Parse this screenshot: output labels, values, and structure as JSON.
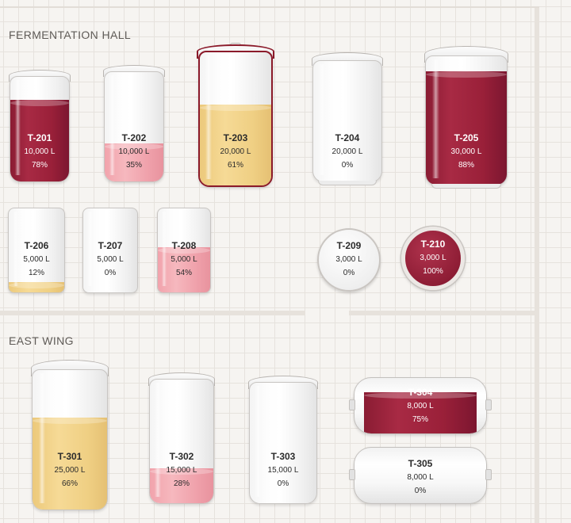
{
  "halls": [
    {
      "title": "FERMENTATION HALL"
    },
    {
      "title": "EAST WING"
    }
  ],
  "colors": {
    "red": "#9a2039",
    "pink": "#f4adb5",
    "gold": "#f2d28a",
    "selected_outline": "#8b1a2a"
  },
  "tanks": {
    "t201": {
      "id": "T-201",
      "capacity": "10,000 L",
      "fill": "78%",
      "level": 0.78,
      "liquid": "red"
    },
    "t202": {
      "id": "T-202",
      "capacity": "10,000 L",
      "fill": "35%",
      "level": 0.35,
      "liquid": "pink"
    },
    "t203": {
      "id": "T-203",
      "capacity": "20,000 L",
      "fill": "61%",
      "level": 0.61,
      "liquid": "gold",
      "selected": true
    },
    "t204": {
      "id": "T-204",
      "capacity": "20,000 L",
      "fill": "0%",
      "level": 0.0,
      "liquid": "none"
    },
    "t205": {
      "id": "T-205",
      "capacity": "30,000 L",
      "fill": "88%",
      "level": 0.88,
      "liquid": "red"
    },
    "t206": {
      "id": "T-206",
      "capacity": "5,000 L",
      "fill": "12%",
      "level": 0.12,
      "liquid": "gold"
    },
    "t207": {
      "id": "T-207",
      "capacity": "5,000 L",
      "fill": "0%",
      "level": 0.0,
      "liquid": "none"
    },
    "t208": {
      "id": "T-208",
      "capacity": "5,000 L",
      "fill": "54%",
      "level": 0.54,
      "liquid": "pink"
    },
    "t209": {
      "id": "T-209",
      "capacity": "3,000 L",
      "fill": "0%",
      "level": 0.0,
      "liquid": "none"
    },
    "t210": {
      "id": "T-210",
      "capacity": "3,000 L",
      "fill": "100%",
      "level": 1.0,
      "liquid": "red"
    },
    "t301": {
      "id": "T-301",
      "capacity": "25,000 L",
      "fill": "66%",
      "level": 0.66,
      "liquid": "gold"
    },
    "t302": {
      "id": "T-302",
      "capacity": "15,000 L",
      "fill": "28%",
      "level": 0.28,
      "liquid": "pink"
    },
    "t303": {
      "id": "T-303",
      "capacity": "15,000 L",
      "fill": "0%",
      "level": 0.0,
      "liquid": "none"
    },
    "t304": {
      "id": "T-304",
      "capacity": "8,000 L",
      "fill": "75%",
      "level": 0.75,
      "liquid": "red"
    },
    "t305": {
      "id": "T-305",
      "capacity": "8,000 L",
      "fill": "0%",
      "level": 0.0,
      "liquid": "none"
    }
  }
}
